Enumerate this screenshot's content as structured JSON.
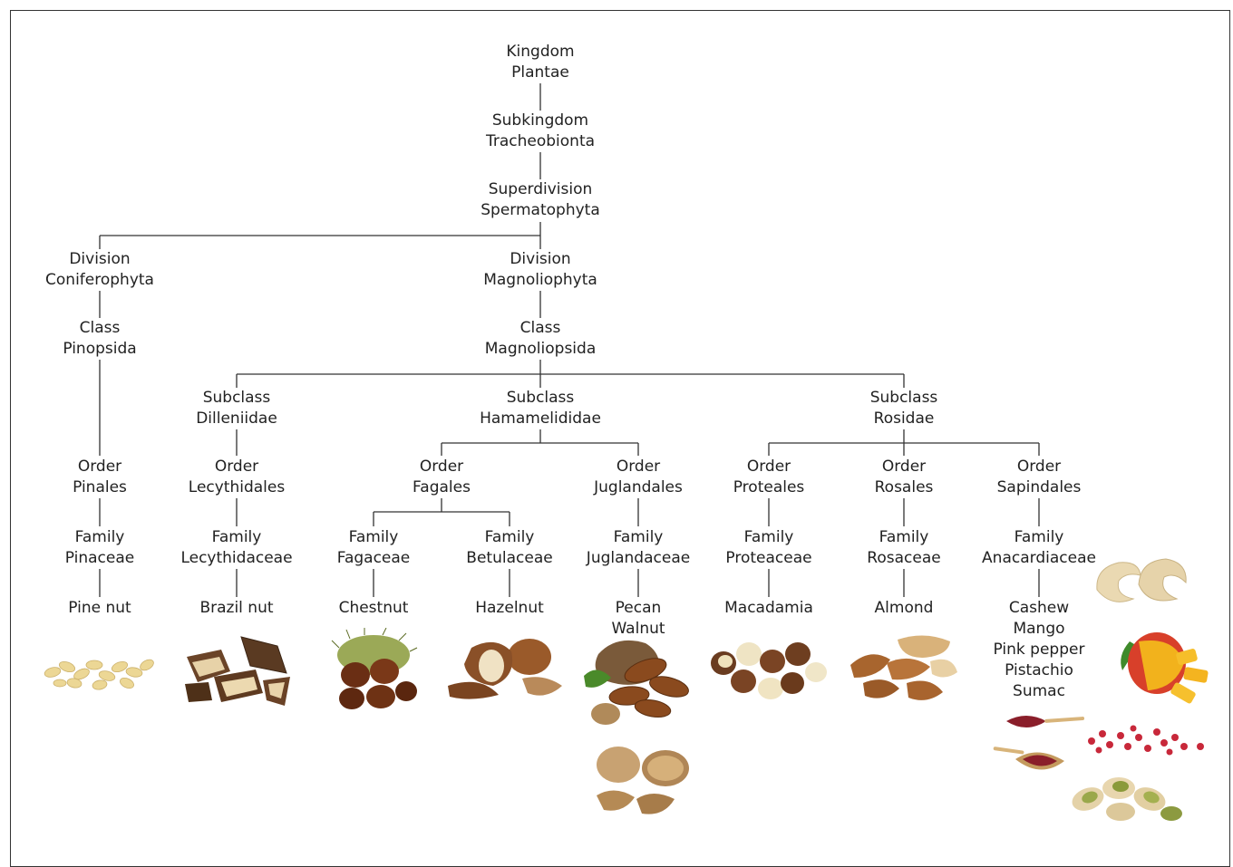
{
  "nodes": {
    "kingdom": {
      "rank": "Kingdom",
      "name": "Plantae"
    },
    "subkingdom": {
      "rank": "Subkingdom",
      "name": "Tracheobionta"
    },
    "superdivision": {
      "rank": "Superdivision",
      "name": "Spermatophyta"
    },
    "div_conifero": {
      "rank": "Division",
      "name": "Coniferophyta"
    },
    "div_magnolio": {
      "rank": "Division",
      "name": "Magnoliophyta"
    },
    "class_pinop": {
      "rank": "Class",
      "name": "Pinopsida"
    },
    "class_magnol": {
      "rank": "Class",
      "name": "Magnoliopsida"
    },
    "sub_dillen": {
      "rank": "Subclass",
      "name": "Dilleniidae"
    },
    "sub_hamam": {
      "rank": "Subclass",
      "name": "Hamamelididae"
    },
    "sub_rosid": {
      "rank": "Subclass",
      "name": "Rosidae"
    },
    "ord_pinales": {
      "rank": "Order",
      "name": "Pinales"
    },
    "ord_lecyth": {
      "rank": "Order",
      "name": "Lecythidales"
    },
    "ord_fagales": {
      "rank": "Order",
      "name": "Fagales"
    },
    "ord_jugl": {
      "rank": "Order",
      "name": "Juglandales"
    },
    "ord_prot": {
      "rank": "Order",
      "name": "Proteales"
    },
    "ord_ros": {
      "rank": "Order",
      "name": "Rosales"
    },
    "ord_sapin": {
      "rank": "Order",
      "name": "Sapindales"
    },
    "fam_pin": {
      "rank": "Family",
      "name": "Pinaceae"
    },
    "fam_lecyth": {
      "rank": "Family",
      "name": "Lecythidaceae"
    },
    "fam_fag": {
      "rank": "Family",
      "name": "Fagaceae"
    },
    "fam_bet": {
      "rank": "Family",
      "name": "Betulaceae"
    },
    "fam_jugl": {
      "rank": "Family",
      "name": "Juglandaceae"
    },
    "fam_prot": {
      "rank": "Family",
      "name": "Proteaceae"
    },
    "fam_ros": {
      "rank": "Family",
      "name": "Rosaceae"
    },
    "fam_anac": {
      "rank": "Family",
      "name": "Anacardiaceae"
    }
  },
  "species": {
    "pine": [
      "Pine nut"
    ],
    "brazil": [
      "Brazil nut"
    ],
    "chestnut": [
      "Chestnut"
    ],
    "hazel": [
      "Hazelnut"
    ],
    "jugl": [
      "Pecan",
      "Walnut"
    ],
    "macad": [
      "Macadamia"
    ],
    "almond": [
      "Almond"
    ],
    "anac": [
      "Cashew",
      "Mango",
      "Pink pepper",
      "Pistachio",
      "Sumac"
    ]
  },
  "colors": {
    "line": "#333333",
    "nut_light": "#e8d28c",
    "nut_brown": "#7a4a22",
    "nut_dark": "#4a2a14",
    "mango_yellow": "#f2b21c",
    "mango_red": "#d8402a",
    "leaf_green": "#3f8a2a",
    "sumac": "#8a1e2a",
    "pink_pepper": "#c8283a",
    "pistachio": "#9aa84a"
  }
}
